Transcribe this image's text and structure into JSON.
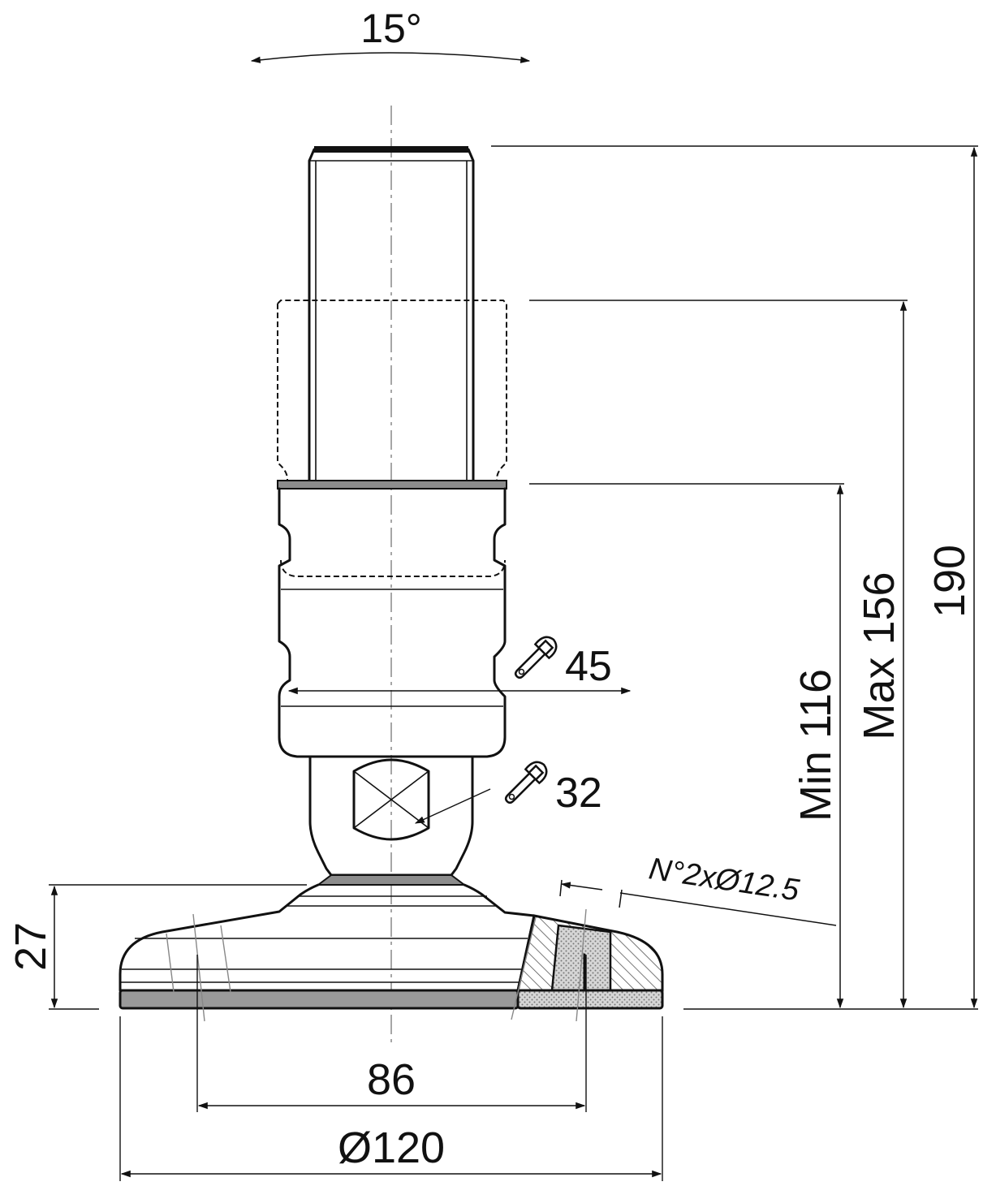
{
  "dimensions": {
    "tilt_angle": "15°",
    "height_total": "190",
    "height_max": "Max 156",
    "height_min": "Min 116",
    "base_height": "27",
    "hole_spacing": "86",
    "base_diameter": "Ø120",
    "holes_note": "N°2xØ12.5"
  },
  "wrench_sizes": {
    "upper": "45",
    "lower": "32"
  },
  "icons": {
    "upper_wrench": "wrench-icon",
    "lower_wrench": "wrench-icon"
  },
  "colors": {
    "line": "#111111",
    "rubber_pad": "#9a9a9a",
    "collar": "#8c8c8c",
    "section_hatch": "#555555",
    "centerline": "#888888"
  }
}
